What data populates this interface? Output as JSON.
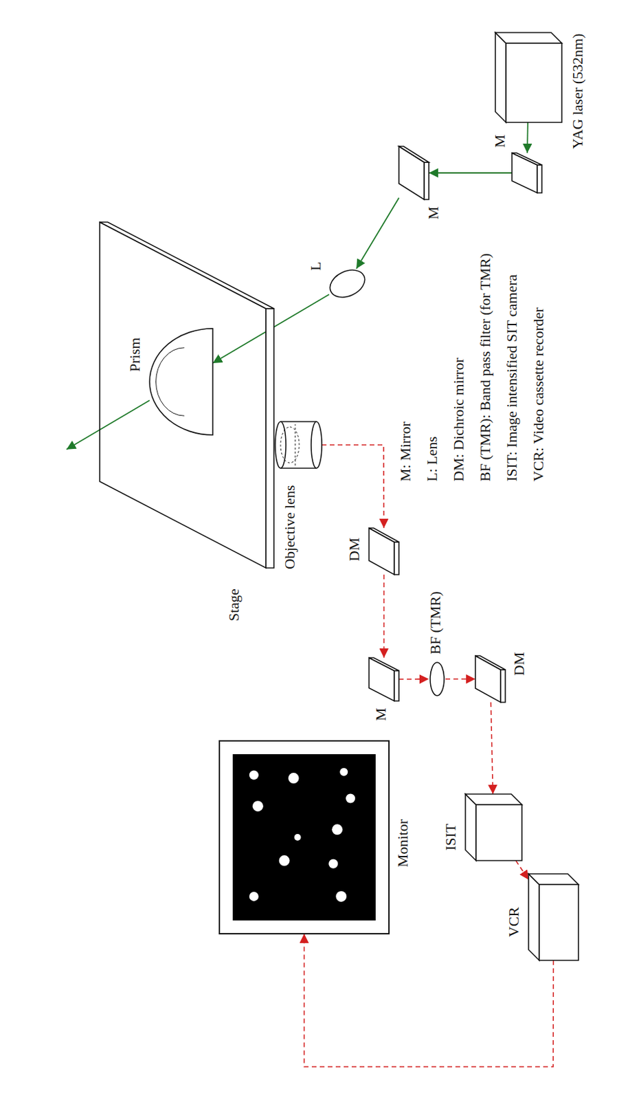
{
  "diagram": {
    "nodes": [
      {
        "text": [
          "YAG laser (532nm)"
        ]
      },
      {
        "text": [
          "M"
        ]
      },
      {
        "text": [
          "M"
        ]
      },
      {
        "text": [
          "L"
        ]
      },
      {
        "text": [
          "Stage"
        ]
      },
      {
        "text": [
          "Prism"
        ],
        "in": 4
      },
      {
        "text": [
          "Objective lens"
        ]
      },
      {
        "text": [
          "DM"
        ]
      },
      {
        "text": [
          "M"
        ]
      },
      {
        "text": [
          "BF (TMR)"
        ]
      },
      {
        "text": [
          "DM"
        ]
      },
      {
        "text": [
          "ISIT"
        ]
      },
      {
        "text": [
          "VCR"
        ]
      },
      {
        "text": [
          "Monitor"
        ]
      }
    ],
    "edges": [
      {
        "from": 0,
        "to": 1,
        "arrow": "to"
      },
      {
        "from": 1,
        "to": 2,
        "arrow": "to"
      },
      {
        "from": 2,
        "to": 3,
        "arrow": "to"
      },
      {
        "from": 3,
        "to": 5,
        "arrow": "to"
      },
      {
        "from": 6,
        "to": 7,
        "arrow": "to"
      },
      {
        "from": 7,
        "to": 8,
        "arrow": "to"
      },
      {
        "from": 8,
        "to": 9,
        "arrow": "to"
      },
      {
        "from": 9,
        "to": 10,
        "arrow": "to"
      },
      {
        "from": 10,
        "to": 11,
        "arrow": "to"
      },
      {
        "from": 11,
        "to": 12,
        "arrow": "to"
      },
      {
        "from": 12,
        "to": 13,
        "arrow": "to"
      }
    ],
    "labels": [
      "M: Mirror",
      "L: Lens",
      "DM: Dichroic mirror",
      "BF (TMR): Band pass filter (for TMR)",
      "ISIT: Image intensified SIT camera",
      "VCR: Video cassette recorder"
    ]
  }
}
